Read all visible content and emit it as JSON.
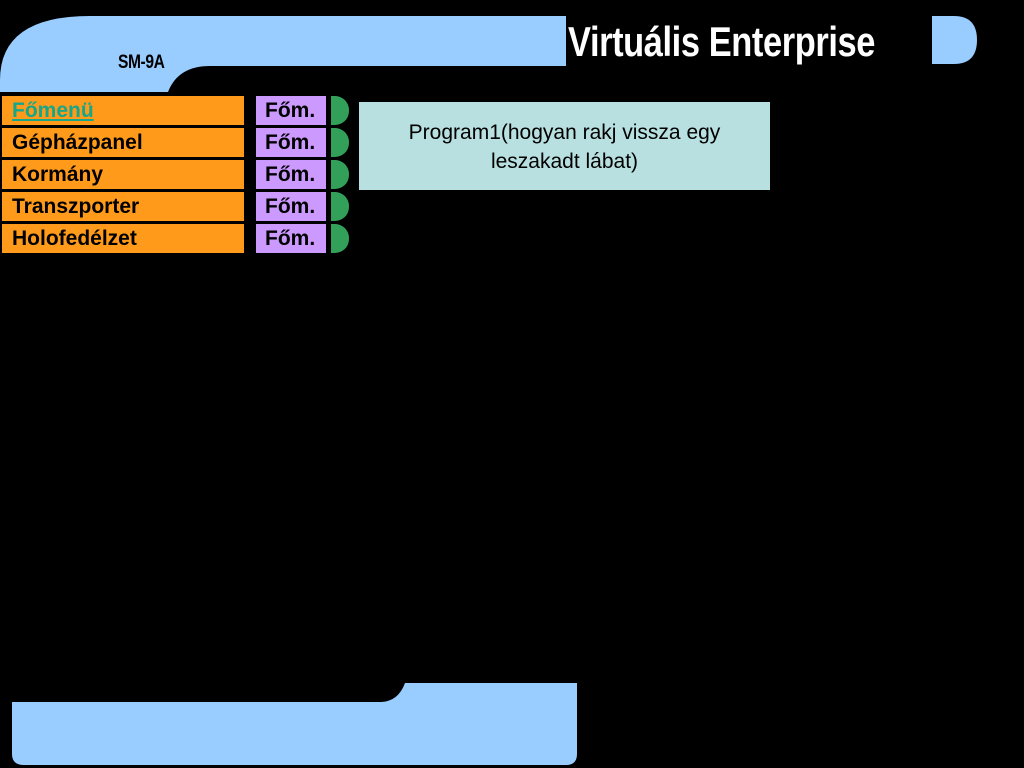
{
  "header": {
    "frame_label": "SM-9A",
    "app_title": "Virtuális Enterprise"
  },
  "menu": {
    "items": [
      {
        "label": "Főmenü",
        "active": true
      },
      {
        "label": "Gépházpanel",
        "active": false
      },
      {
        "label": "Kormány",
        "active": false
      },
      {
        "label": "Transzporter",
        "active": false
      },
      {
        "label": "Holofedélzet",
        "active": false
      }
    ],
    "fom_labels": [
      "Főm.",
      "Főm.",
      "Főm.",
      "Főm.",
      "Főm."
    ]
  },
  "info": {
    "text": "Program1(hogyan rakj vissza egy leszakadt lábat)"
  },
  "colors": {
    "background": "#000000",
    "frame_blue": "#99ccff",
    "menu_orange": "#ff9a1a",
    "active_link": "#16a68a",
    "fom_purple": "#cc99ff",
    "cap_green": "#33a05a",
    "info_box": "#b8e0e0"
  }
}
